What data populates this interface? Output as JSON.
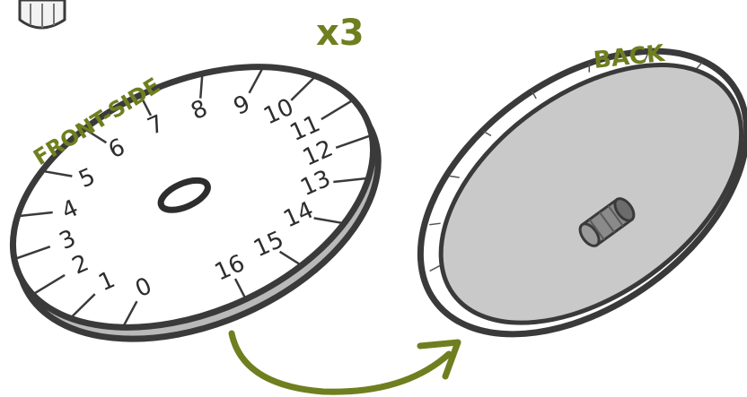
{
  "labels": {
    "front": "FRONT-SIDE",
    "back": "BACK",
    "multiplier": "x3"
  },
  "dial_numbers": [
    "0",
    "1",
    "2",
    "3",
    "4",
    "5",
    "6",
    "7",
    "8",
    "9",
    "10",
    "11",
    "12",
    "13",
    "14",
    "15",
    "16"
  ],
  "colors": {
    "accent": "#6f7f1f",
    "outline": "#3a3a3a",
    "back_face": "#c9c9c9",
    "rim": "#b8b8b8",
    "knob": "#7a7a7a"
  },
  "icons": {
    "front_disc": "dial-disc",
    "back_disc": "disc-back",
    "arrow": "curved-arrow",
    "knob": "cylinder-knob"
  }
}
